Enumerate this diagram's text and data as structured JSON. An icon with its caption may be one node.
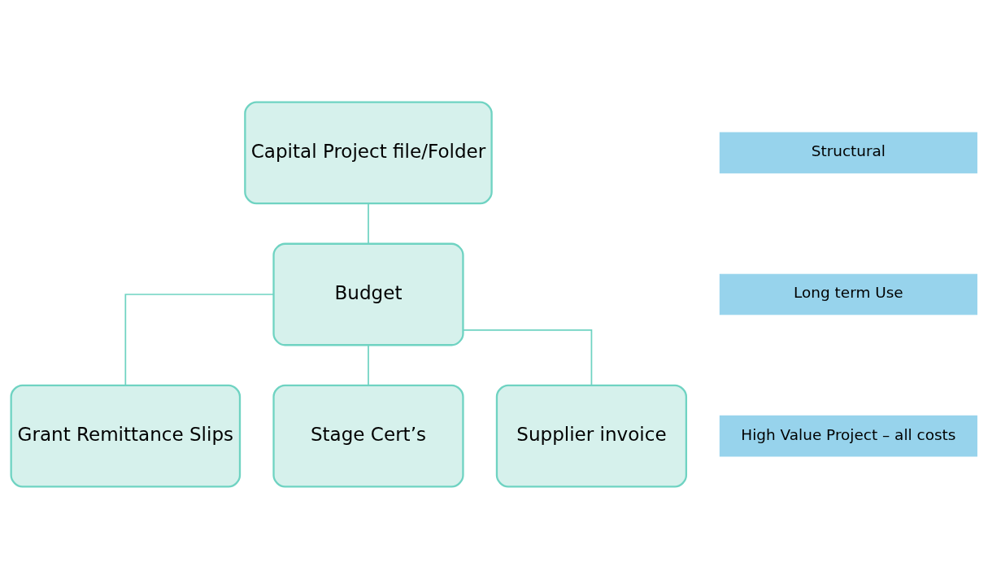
{
  "diagram": {
    "nodes": [
      {
        "text": [
          "Capital Project file/Folder"
        ]
      },
      {
        "text": [
          "Budget"
        ]
      },
      {
        "text": [
          "Grant Remittance Slips"
        ]
      },
      {
        "text": [
          "Stage Cert’s"
        ]
      },
      {
        "text": [
          "Supplier invoice"
        ]
      },
      {
        "text": [
          "Structural"
        ]
      },
      {
        "text": [
          "Long term Use"
        ]
      },
      {
        "text": [
          "High Value Project – all costs"
        ]
      }
    ],
    "edges": [
      {
        "from": 0,
        "to": 1,
        "arrow": "none"
      },
      {
        "from": 1,
        "to": 2,
        "arrow": "none"
      },
      {
        "from": 1,
        "to": 3,
        "arrow": "none"
      },
      {
        "from": 1,
        "to": 4,
        "arrow": "none"
      }
    ]
  }
}
